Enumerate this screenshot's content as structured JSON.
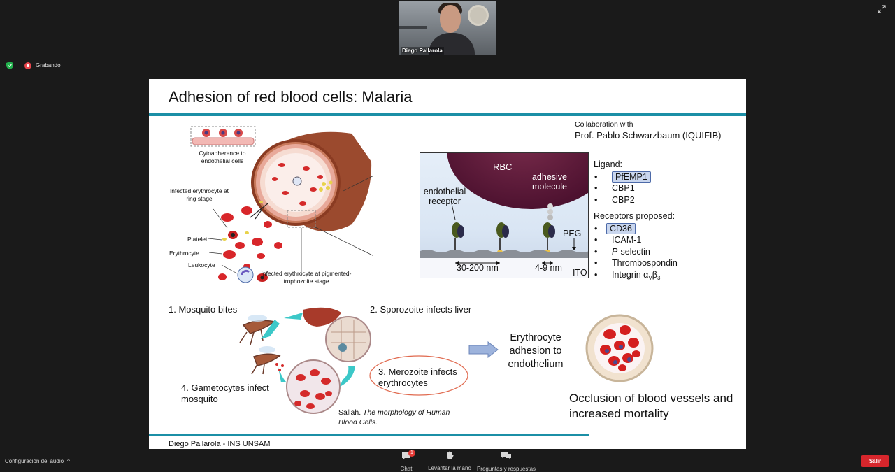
{
  "video": {
    "participant_name": "Diego Pallarola"
  },
  "recording": {
    "label": "Grabando"
  },
  "slide": {
    "title": "Adhesion of red blood cells: Malaria",
    "collaboration_line1": "Collaboration with",
    "collaboration_line2": "Prof. Pablo Schwarzbaum (IQUIFIB)",
    "figure_labels": {
      "cytoadherence": "Cytoadherence to endothelial cells",
      "infected_ring": "Infected erythrocyte at ring stage",
      "platelet": "Platelet",
      "erythrocyte": "Erythrocyte",
      "leukocyte": "Leukocyte",
      "infected_trophozoite": "Infected erythrocyte at pigmented-trophozoite stage"
    },
    "zoom_panel": {
      "rbc": "RBC",
      "adhesive_molecule": "adhesive molecule",
      "endothelial_receptor": "endothelial receptor",
      "peg": "PEG",
      "spacing_1": "30-200 nm",
      "spacing_2": "4-9 nm",
      "ito": "ITO"
    },
    "ligand": {
      "header": "Ligand:",
      "items": [
        "PfEMP1",
        "CBP1",
        "CBP2"
      ]
    },
    "receptors": {
      "header": "Receptors proposed:",
      "items": [
        "CD36",
        "ICAM-1",
        "P-selectin",
        "Thrombospondin",
        "Integrin α"
      ]
    },
    "cycle": {
      "step1": "1. Mosquito bites",
      "step2": "2. Sporozoite infects liver",
      "step3": "3. Merozoite infects erythrocytes",
      "step4": "4. Gametocytes infect mosquito",
      "citation_author": "Sallah.",
      "citation_title": "The morphology of Human Blood Cells."
    },
    "outcome": {
      "adhesion": "Erythrocyte adhesion to endothelium",
      "occlusion": "Occlusion of blood vessels and increased mortality"
    },
    "footer": "Diego Pallarola - INS UNSAM"
  },
  "bottom_bar": {
    "audio_settings": "Configuración del audio",
    "chat": "Chat",
    "chat_badge": "1",
    "raise_hand": "Levantar la mano",
    "qa": "Preguntas y respuestas",
    "leave": "Salir"
  },
  "colors": {
    "accent_teal": "#1b8fa6",
    "leave_red": "#d7262c",
    "highlight_blue": "#c9d6ee"
  }
}
